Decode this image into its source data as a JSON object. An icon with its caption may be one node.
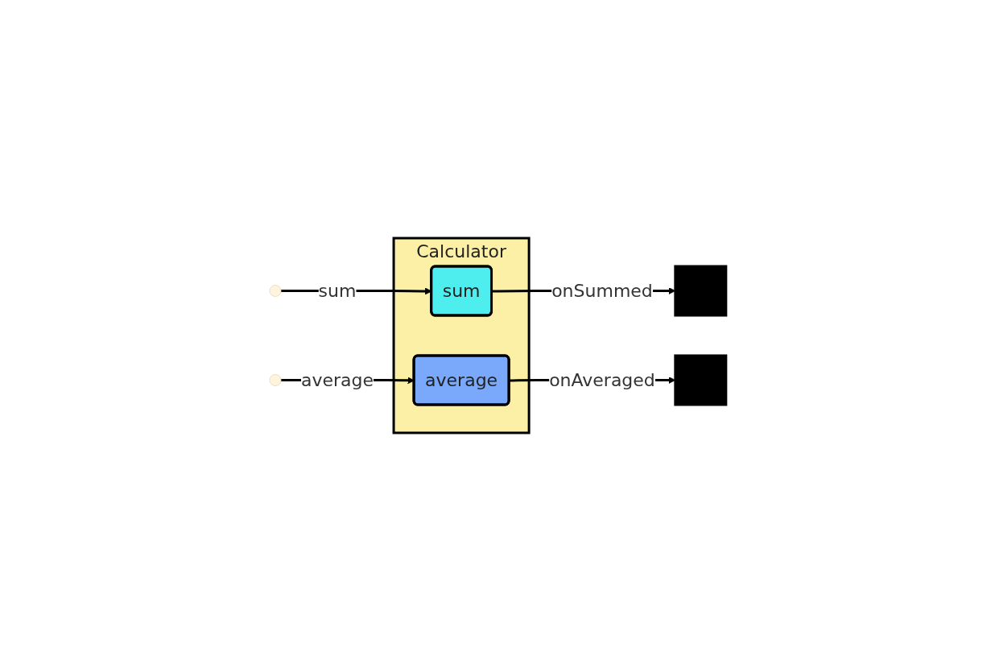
{
  "diagram": {
    "nodes": [
      {
        "text": [
          "Calculator"
        ]
      },
      {
        "text": [
          "sum"
        ],
        "in": 0
      },
      {
        "text": [
          "average"
        ],
        "in": 0
      },
      {
        "text": [],
        "shape": "circle"
      },
      {
        "text": [],
        "shape": "circle"
      },
      {
        "text": [],
        "shape": "box"
      },
      {
        "text": [],
        "shape": "box"
      }
    ],
    "edges": [
      {
        "from": 3,
        "to": 1,
        "arrow": "to",
        "label": "sum"
      },
      {
        "from": 4,
        "to": 2,
        "arrow": "to",
        "label": "average"
      },
      {
        "from": 1,
        "to": 5,
        "arrow": "to",
        "label": "onSummed"
      },
      {
        "from": 2,
        "to": 6,
        "arrow": "to",
        "label": "onAveraged"
      }
    ]
  }
}
